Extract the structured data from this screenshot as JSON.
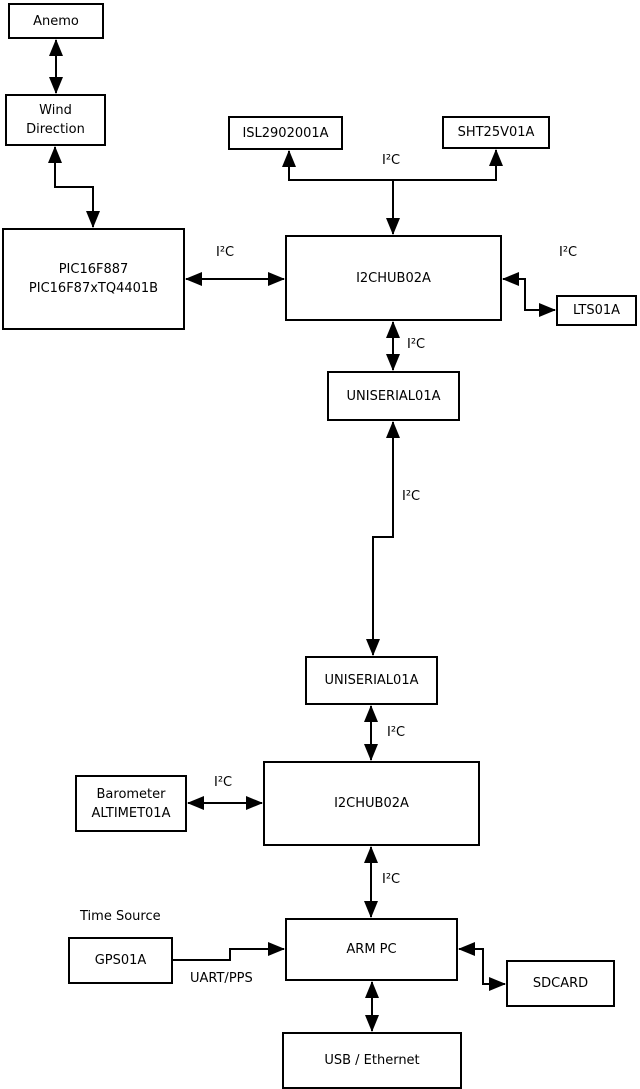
{
  "diagram": {
    "colors": {
      "line": "#000000",
      "box_fill": "#ffffff",
      "background": "#ffffff"
    },
    "boxes": {
      "anemo": {
        "lines": [
          "Anemo"
        ]
      },
      "wind_direction": {
        "lines": [
          "Wind",
          "Direction"
        ]
      },
      "pic": {
        "lines": [
          "PIC16F887",
          "PIC16F87xTQ4401B"
        ]
      },
      "isl2902001a": {
        "lines": [
          "ISL2902001A"
        ]
      },
      "sht25v01a": {
        "lines": [
          "SHT25V01A"
        ]
      },
      "i2chub_upper": {
        "lines": [
          "I2CHUB02A"
        ]
      },
      "lts01a": {
        "lines": [
          "LTS01A"
        ]
      },
      "uniserial_upper": {
        "lines": [
          "UNISERIAL01A"
        ]
      },
      "uniserial_lower": {
        "lines": [
          "UNISERIAL01A"
        ]
      },
      "i2chub_lower": {
        "lines": [
          "I2CHUB02A"
        ]
      },
      "barometer": {
        "lines": [
          "Barometer",
          "ALTIMET01A"
        ]
      },
      "gps01a": {
        "lines": [
          "GPS01A"
        ]
      },
      "arm_pc": {
        "lines": [
          "ARM PC"
        ]
      },
      "sdcard": {
        "lines": [
          "SDCARD"
        ]
      },
      "usb_ethernet": {
        "lines": [
          "USB / Ethernet"
        ]
      }
    },
    "edge_labels": {
      "i2c_sensors_branch": "I²C",
      "i2c_pic_hub": "I²C",
      "i2c_hub_lts": "I²C",
      "i2c_hub_uniserial": "I²C",
      "i2c_uniserial_link": "I²C",
      "i2c_uniserial_hub2": "I²C",
      "i2c_barometer_hub2": "I²C",
      "i2c_hub2_armpc": "I²C",
      "time_source": "Time Source",
      "uart_pps": "UART/PPS"
    }
  }
}
